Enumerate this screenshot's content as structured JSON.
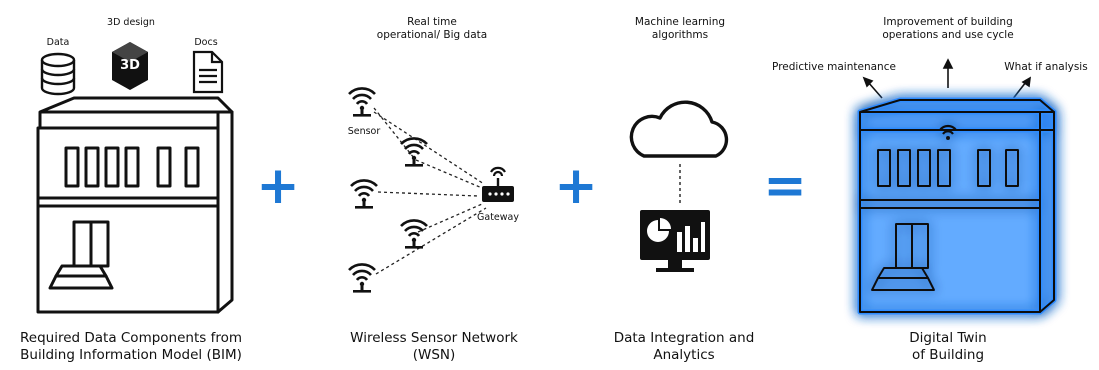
{
  "bim": {
    "data_label": "Data",
    "design_label": "3D design",
    "docs_label": "Docs",
    "badge_text": "3D",
    "caption_line1": "Required Data Components from",
    "caption_line2": "Building Information Model (BIM)"
  },
  "wsn": {
    "top_line1": "Real time",
    "top_line2": "operational/ Big data",
    "sensor_label": "Sensor",
    "gateway_label": "Gateway",
    "caption_line1": "Wireless Sensor Network",
    "caption_line2": "(WSN)"
  },
  "analytics": {
    "top_line1": "Machine learning",
    "top_line2": "algorithms",
    "caption_line1": "Data Integration and",
    "caption_line2": "Analytics"
  },
  "twin": {
    "top_line1": "Improvement of building",
    "top_line2": "operations and use cycle",
    "left_label": "Predictive maintenance",
    "right_label": "What if analysis",
    "caption_line1": "Digital Twin",
    "caption_line2": "of Building"
  },
  "operators": {
    "plus1": "+",
    "plus2": "+",
    "equals": "="
  },
  "colors": {
    "operator": "#1e78d4",
    "glow": "#2f8cff",
    "line": "#111111"
  }
}
